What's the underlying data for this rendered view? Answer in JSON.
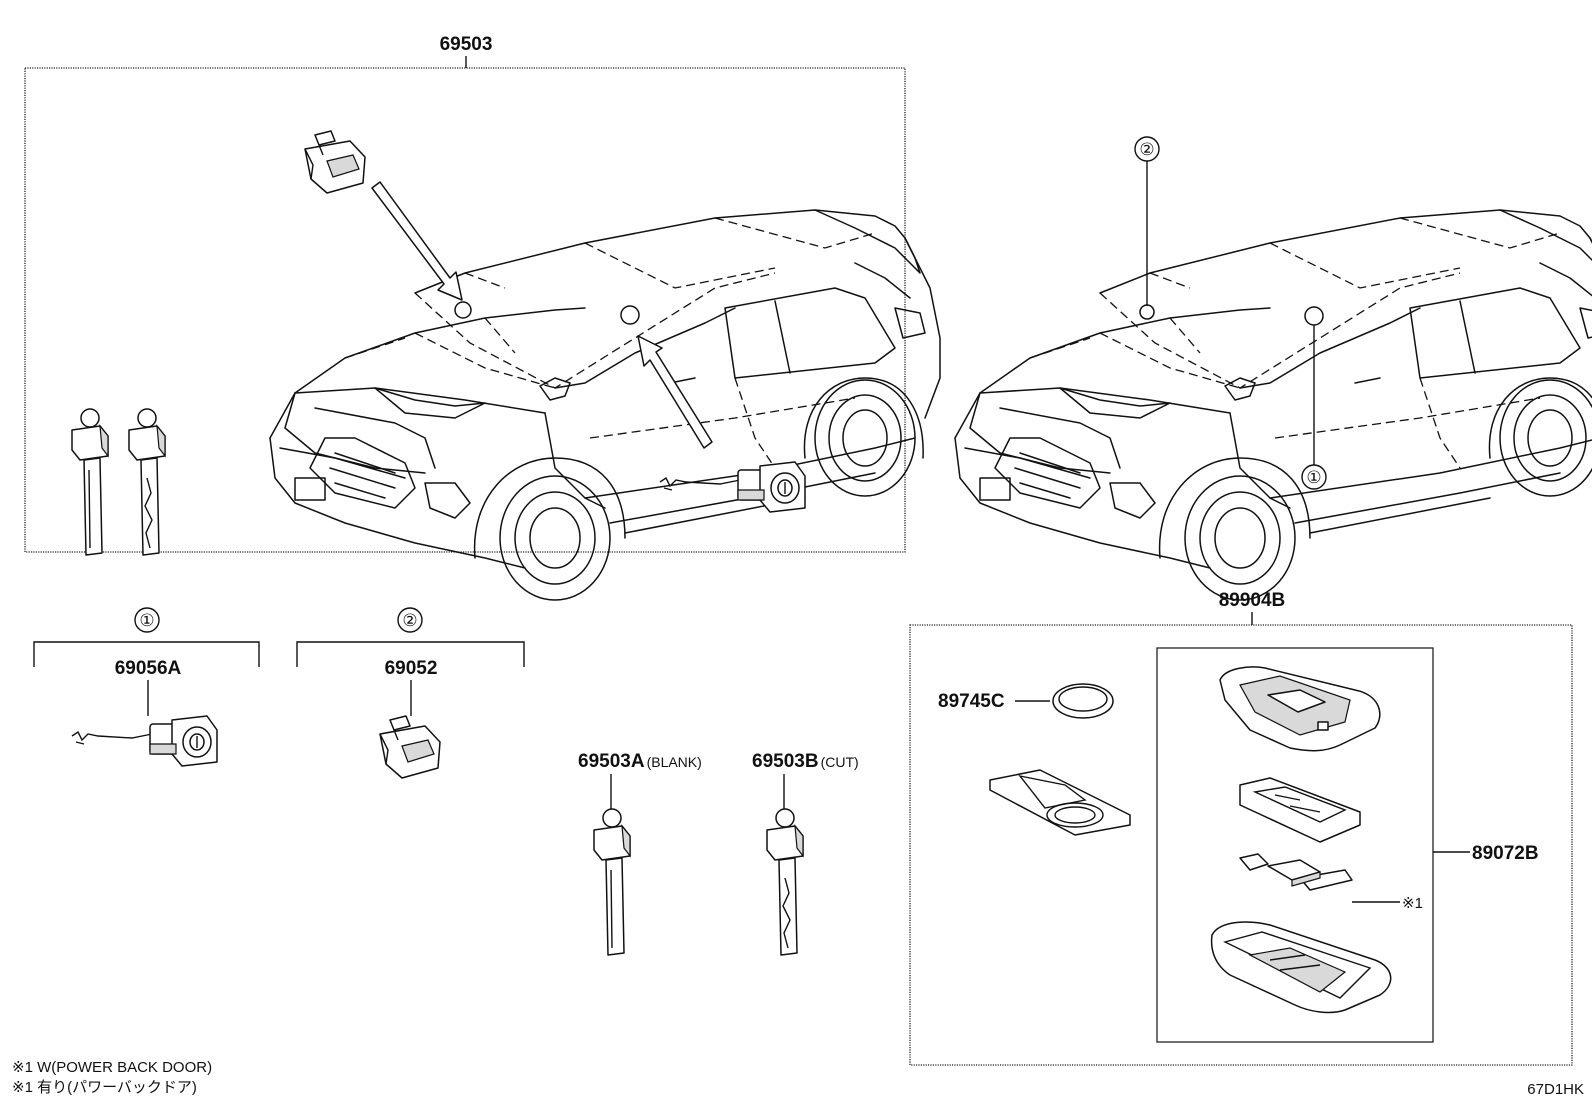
{
  "labels": {
    "kit": "69503",
    "cyl_door_ref": "①",
    "cyl_door": "69056A",
    "cyl_hood_ref": "②",
    "cyl_hood": "69052",
    "key_blank": "69503A",
    "key_blank_note": "(BLANK)",
    "key_cut": "69503B",
    "key_cut_note": "(CUT)",
    "transmitter": "89904B",
    "battery": "89745C",
    "case": "89072B",
    "mark1": "※1",
    "callout1": "①",
    "callout2": "②"
  },
  "notes": {
    "note1": "※1 W(POWER BACK DOOR)",
    "note2": "※1 有り(パワーバックドア)"
  },
  "diagram_code": "67D1HK"
}
